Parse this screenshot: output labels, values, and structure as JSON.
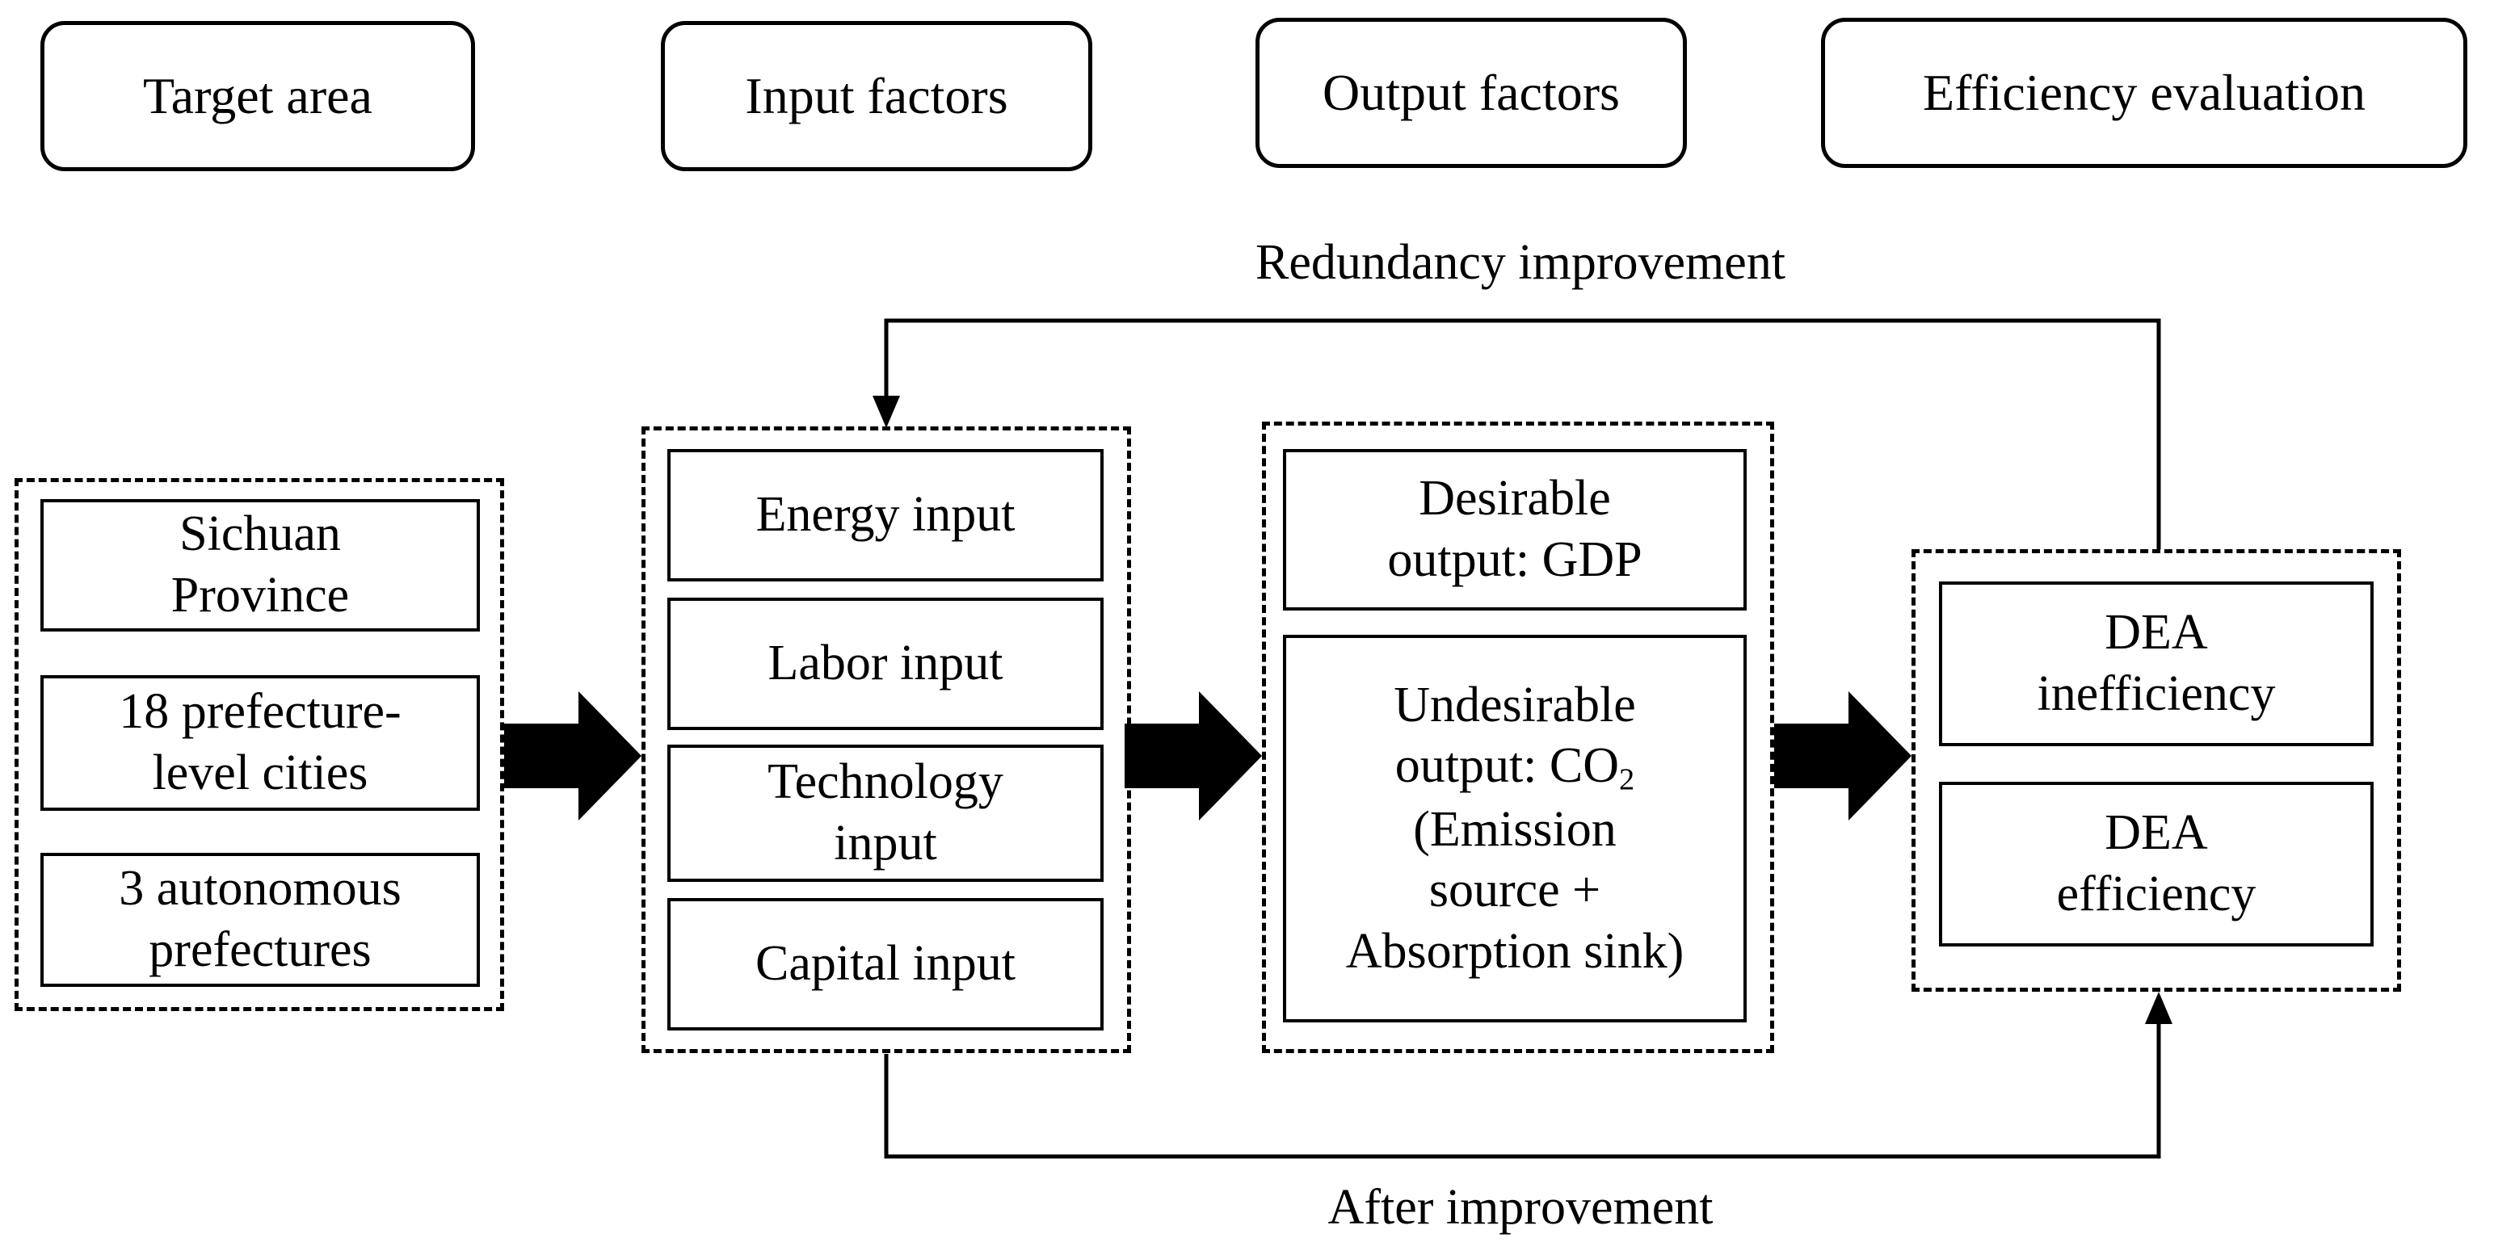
{
  "headers": {
    "target_area": "Target area",
    "input_factors": "Input factors",
    "output_factors": "Output factors",
    "efficiency_evaluation": "Efficiency evaluation"
  },
  "target": {
    "sichuan_line1": "Sichuan",
    "sichuan_line2": "Province",
    "cities_line1": "18 prefecture-",
    "cities_line2": "level cities",
    "autonomous_line1": "3 autonomous",
    "autonomous_line2": "prefectures"
  },
  "inputs": {
    "energy": "Energy input",
    "labor": "Labor input",
    "technology_line1": "Technology",
    "technology_line2": "input",
    "capital": "Capital input"
  },
  "outputs": {
    "desirable_line1": "Desirable",
    "desirable_line2": "output: GDP",
    "undesirable_line1": "Undesirable",
    "undesirable_line2_prefix": "output: CO",
    "undesirable_line2_sub": "2",
    "undesirable_line3": "(Emission",
    "undesirable_line4": "source +",
    "undesirable_line5": "Absorption sink)"
  },
  "evaluation": {
    "inefficiency_line1": "DEA",
    "inefficiency_line2": "inefficiency",
    "efficiency_line1": "DEA",
    "efficiency_line2": "efficiency"
  },
  "flow_labels": {
    "redundancy": "Redundancy improvement",
    "after": "After improvement"
  }
}
